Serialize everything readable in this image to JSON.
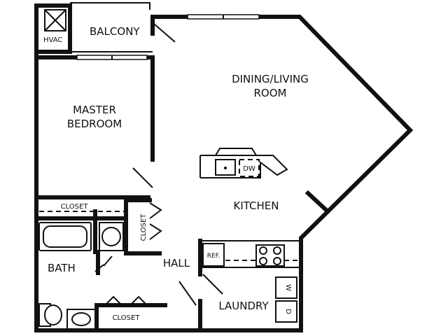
{
  "rooms": {
    "balcony": "BALCONY",
    "hvac": "HVAC",
    "dining_living_line1": "DINING/LIVING",
    "dining_living_line2": "ROOM",
    "master_line1": "MASTER",
    "master_line2": "BEDROOM",
    "kitchen": "KITCHEN",
    "hall": "HALL",
    "bath": "BATH",
    "laundry": "LAUNDRY"
  },
  "fixtures": {
    "closet_bedroom": "CLOSET",
    "closet_hall": "CLOSET",
    "closet_bath": "CLOSET",
    "dishwasher": "DW",
    "refrigerator": "REF.",
    "washer": "W",
    "dryer": "D"
  },
  "colors": {
    "wall": "#111111",
    "background": "#ffffff"
  }
}
